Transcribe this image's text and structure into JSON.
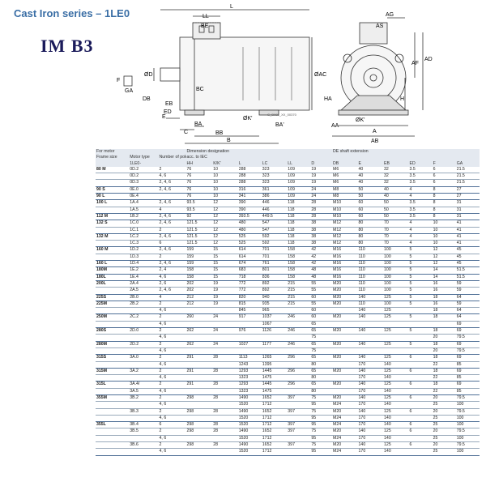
{
  "header": {
    "series_title": "Cast Iron series – 1LE0",
    "mounting": "IM  B3"
  },
  "drawing": {
    "side_labels": [
      "L",
      "LL",
      "BE",
      "ØD",
      "ØAC",
      "F",
      "GA",
      "DB",
      "E",
      "EB",
      "ED",
      "C",
      "BA",
      "BC",
      "BB",
      "B",
      "ØK'",
      "BA'"
    ],
    "front_labels": [
      "AG",
      "AS",
      "AF",
      "AD",
      "H",
      "HA",
      "AA",
      "ØK'",
      "A",
      "AB"
    ],
    "drawing_code": "G_D081_XX_00370"
  },
  "table": {
    "head_row1": [
      "For motor",
      "",
      "",
      "Dimension designation",
      "DE shaft extension"
    ],
    "head_row2": [
      "Frame size",
      "Motor type",
      "Number of poles",
      "acc. to IEC"
    ],
    "head_row3": [
      "",
      "1LE0-",
      "",
      "HH",
      "K/K'",
      "L",
      "LC",
      "LL",
      "D",
      "DB",
      "E",
      "EB",
      "ED",
      "F",
      "GA"
    ],
    "rows": [
      [
        "80 M",
        "0D.2",
        "2",
        "76",
        "10",
        "288",
        "323",
        "109",
        "19",
        "M6",
        "40",
        "32",
        "3.5",
        "6",
        "21.5"
      ],
      [
        "",
        "0D.2",
        "4, 6",
        "76",
        "10",
        "288",
        "323",
        "109",
        "19",
        "M6",
        "40",
        "32",
        "3.5",
        "6",
        "21.5"
      ],
      [
        "",
        "0D.3",
        "2, 4, 6",
        "76",
        "10",
        "288",
        "323",
        "109",
        "19",
        "M6",
        "40",
        "32",
        "3.5",
        "6",
        "21.5"
      ],
      [
        "90 S",
        "0E.0",
        "2, 4, 6",
        "76",
        "10",
        "316",
        "361",
        "109",
        "24",
        "M8",
        "50",
        "40",
        "4",
        "8",
        "27"
      ],
      [
        "90 L",
        "0E.4",
        "",
        "76",
        "10",
        "341",
        "386",
        "109",
        "24",
        "M8",
        "50",
        "40",
        "4",
        "8",
        "27"
      ],
      [
        "100 L",
        "1A.4",
        "2, 4, 6",
        "93.5",
        "12",
        "390",
        "446",
        "118",
        "28",
        "M10",
        "60",
        "50",
        "3.5",
        "8",
        "31"
      ],
      [
        "",
        "1A.5",
        "4",
        "93.5",
        "12",
        "390",
        "446",
        "118",
        "28",
        "M10",
        "60",
        "50",
        "3.5",
        "8",
        "31"
      ],
      [
        "112 M",
        "1B.2",
        "2, 4, 6",
        "92",
        "12",
        "393.5",
        "449.5",
        "118",
        "28",
        "M10",
        "60",
        "50",
        "3.5",
        "8",
        "31"
      ],
      [
        "132 S",
        "1C.0",
        "2, 4, 6",
        "121.5",
        "12",
        "480",
        "547",
        "118",
        "38",
        "M12",
        "80",
        "70",
        "4",
        "10",
        "41"
      ],
      [
        "",
        "1C.1",
        "2",
        "121.5",
        "12",
        "480",
        "547",
        "118",
        "38",
        "M12",
        "80",
        "70",
        "4",
        "10",
        "41"
      ],
      [
        "132 M",
        "1C.2",
        "2, 4, 6",
        "121.5",
        "12",
        "525",
        "592",
        "118",
        "38",
        "M12",
        "80",
        "70",
        "4",
        "10",
        "41"
      ],
      [
        "",
        "1C.3",
        "6",
        "121.5",
        "12",
        "525",
        "592",
        "118",
        "38",
        "M12",
        "80",
        "70",
        "4",
        "10",
        "41"
      ],
      [
        "160 M",
        "1D.2",
        "2, 4, 6",
        "159",
        "15",
        "614",
        "701",
        "158",
        "42",
        "M16",
        "110",
        "100",
        "5",
        "12",
        "45"
      ],
      [
        "",
        "1D.3",
        "2",
        "159",
        "15",
        "614",
        "701",
        "158",
        "42",
        "M16",
        "110",
        "100",
        "5",
        "12",
        "45"
      ],
      [
        "160 L",
        "1D.4",
        "2, 4, 6",
        "159",
        "15",
        "674",
        "761",
        "158",
        "42",
        "M16",
        "110",
        "100",
        "5",
        "12",
        "45"
      ],
      [
        "180M",
        "1E.2",
        "2, 4",
        "158",
        "15",
        "683",
        "801",
        "158",
        "48",
        "M16",
        "110",
        "100",
        "5",
        "14",
        "51.5"
      ],
      [
        "180L",
        "1E.4",
        "4, 6",
        "158",
        "15",
        "718",
        "836",
        "158",
        "48",
        "M16",
        "110",
        "100",
        "5",
        "14",
        "51.5"
      ],
      [
        "200L",
        "2A.4",
        "2, 6",
        "202",
        "19",
        "772",
        "892",
        "215",
        "55",
        "M20",
        "110",
        "100",
        "5",
        "16",
        "59"
      ],
      [
        "",
        "2A.5",
        "2, 4, 6",
        "202",
        "19",
        "772",
        "892",
        "215",
        "55",
        "M20",
        "110",
        "100",
        "5",
        "16",
        "59"
      ],
      [
        "225S",
        "2B.0",
        "4",
        "212",
        "19",
        "820",
        "940",
        "215",
        "60",
        "M20",
        "140",
        "125",
        "5",
        "18",
        "64"
      ],
      [
        "225M",
        "2B.2",
        "2",
        "212",
        "19",
        "815",
        "935",
        "215",
        "55",
        "M20",
        "110",
        "100",
        "5",
        "16",
        "59"
      ],
      [
        "",
        "",
        "4, 6",
        "",
        "",
        "845",
        "965",
        "",
        "60",
        "",
        "140",
        "125",
        "",
        "18",
        "64"
      ],
      [
        "250M",
        "2C.2",
        "2",
        "260",
        "24",
        "917",
        "1037",
        "246",
        "60",
        "M20",
        "140",
        "125",
        "5",
        "18",
        "64"
      ],
      [
        "",
        "",
        "4, 6",
        "",
        "",
        "",
        "1067",
        "",
        "65",
        "",
        "",
        "",
        "",
        "",
        "69"
      ],
      [
        "280S",
        "2D.0",
        "2",
        "262",
        "24",
        "976",
        "1126",
        "246",
        "65",
        "M20",
        "140",
        "125",
        "5",
        "18",
        "69"
      ],
      [
        "",
        "",
        "4, 6",
        "",
        "",
        "",
        "",
        "",
        "75",
        "",
        "",
        "",
        "",
        "20",
        "79.5"
      ],
      [
        "280M",
        "2D.2",
        "2",
        "262",
        "24",
        "1027",
        "1177",
        "246",
        "65",
        "M20",
        "140",
        "125",
        "5",
        "18",
        "69"
      ],
      [
        "",
        "",
        "4, 6",
        "",
        "",
        "",
        "",
        "",
        "75",
        "",
        "",
        "",
        "",
        "20",
        "79.5"
      ],
      [
        "315S",
        "3A.0",
        "2",
        "291",
        "28",
        "1113",
        "1265",
        "296",
        "65",
        "M20",
        "140",
        "125",
        "6",
        "18",
        "69"
      ],
      [
        "",
        "",
        "4, 6",
        "",
        "",
        "1243",
        "1395",
        "",
        "80",
        "",
        "170",
        "140",
        "",
        "22",
        "85"
      ],
      [
        "315M",
        "3A.2",
        "2",
        "291",
        "28",
        "1293",
        "1445",
        "296",
        "65",
        "M20",
        "140",
        "125",
        "6",
        "18",
        "69"
      ],
      [
        "",
        "",
        "4, 6",
        "",
        "",
        "1323",
        "1475",
        "",
        "80",
        "",
        "170",
        "140",
        "",
        "22",
        "85"
      ],
      [
        "315L",
        "3A.4/",
        "2",
        "291",
        "28",
        "1293",
        "1445",
        "296",
        "65",
        "M20",
        "140",
        "125",
        "6",
        "18",
        "69"
      ],
      [
        "",
        "3A.5",
        "4, 6",
        "",
        "",
        "1323",
        "1475",
        "",
        "80",
        "",
        "170",
        "140",
        "",
        "22",
        "85"
      ],
      [
        "355M",
        "3B.2",
        "2",
        "298",
        "28",
        "1490",
        "1652",
        "397",
        "75",
        "M20",
        "140",
        "125",
        "6",
        "20",
        "79.5"
      ],
      [
        "",
        "",
        "4, 6",
        "",
        "",
        "1520",
        "1712",
        "",
        "95",
        "M24",
        "170",
        "140",
        "",
        "25",
        "100"
      ],
      [
        "",
        "3B.3",
        "2",
        "298",
        "28",
        "1490",
        "1652",
        "397",
        "75",
        "M20",
        "140",
        "125",
        "6",
        "20",
        "79.5"
      ],
      [
        "",
        "",
        "4, 6",
        "",
        "",
        "1520",
        "1712",
        "",
        "95",
        "M24",
        "170",
        "140",
        "",
        "25",
        "100"
      ],
      [
        "355L",
        "3B.4",
        "6",
        "298",
        "28",
        "1520",
        "1712",
        "397",
        "95",
        "M24",
        "170",
        "140",
        "6",
        "25",
        "100"
      ],
      [
        "",
        "3B.5",
        "2",
        "298",
        "28",
        "1490",
        "1652",
        "397",
        "75",
        "M20",
        "140",
        "125",
        "6",
        "20",
        "79.5"
      ],
      [
        "",
        "",
        "4, 6",
        "",
        "",
        "1520",
        "1712",
        "",
        "95",
        "M24",
        "170",
        "140",
        "",
        "25",
        "100"
      ],
      [
        "",
        "3B.6",
        "2",
        "298",
        "28",
        "1490",
        "1652",
        "397",
        "75",
        "M20",
        "140",
        "125",
        "6",
        "20",
        "79.5"
      ],
      [
        "",
        "",
        "4, 6",
        "",
        "",
        "1520",
        "1712",
        "",
        "95",
        "M24",
        "170",
        "140",
        "",
        "25",
        "100"
      ]
    ]
  }
}
